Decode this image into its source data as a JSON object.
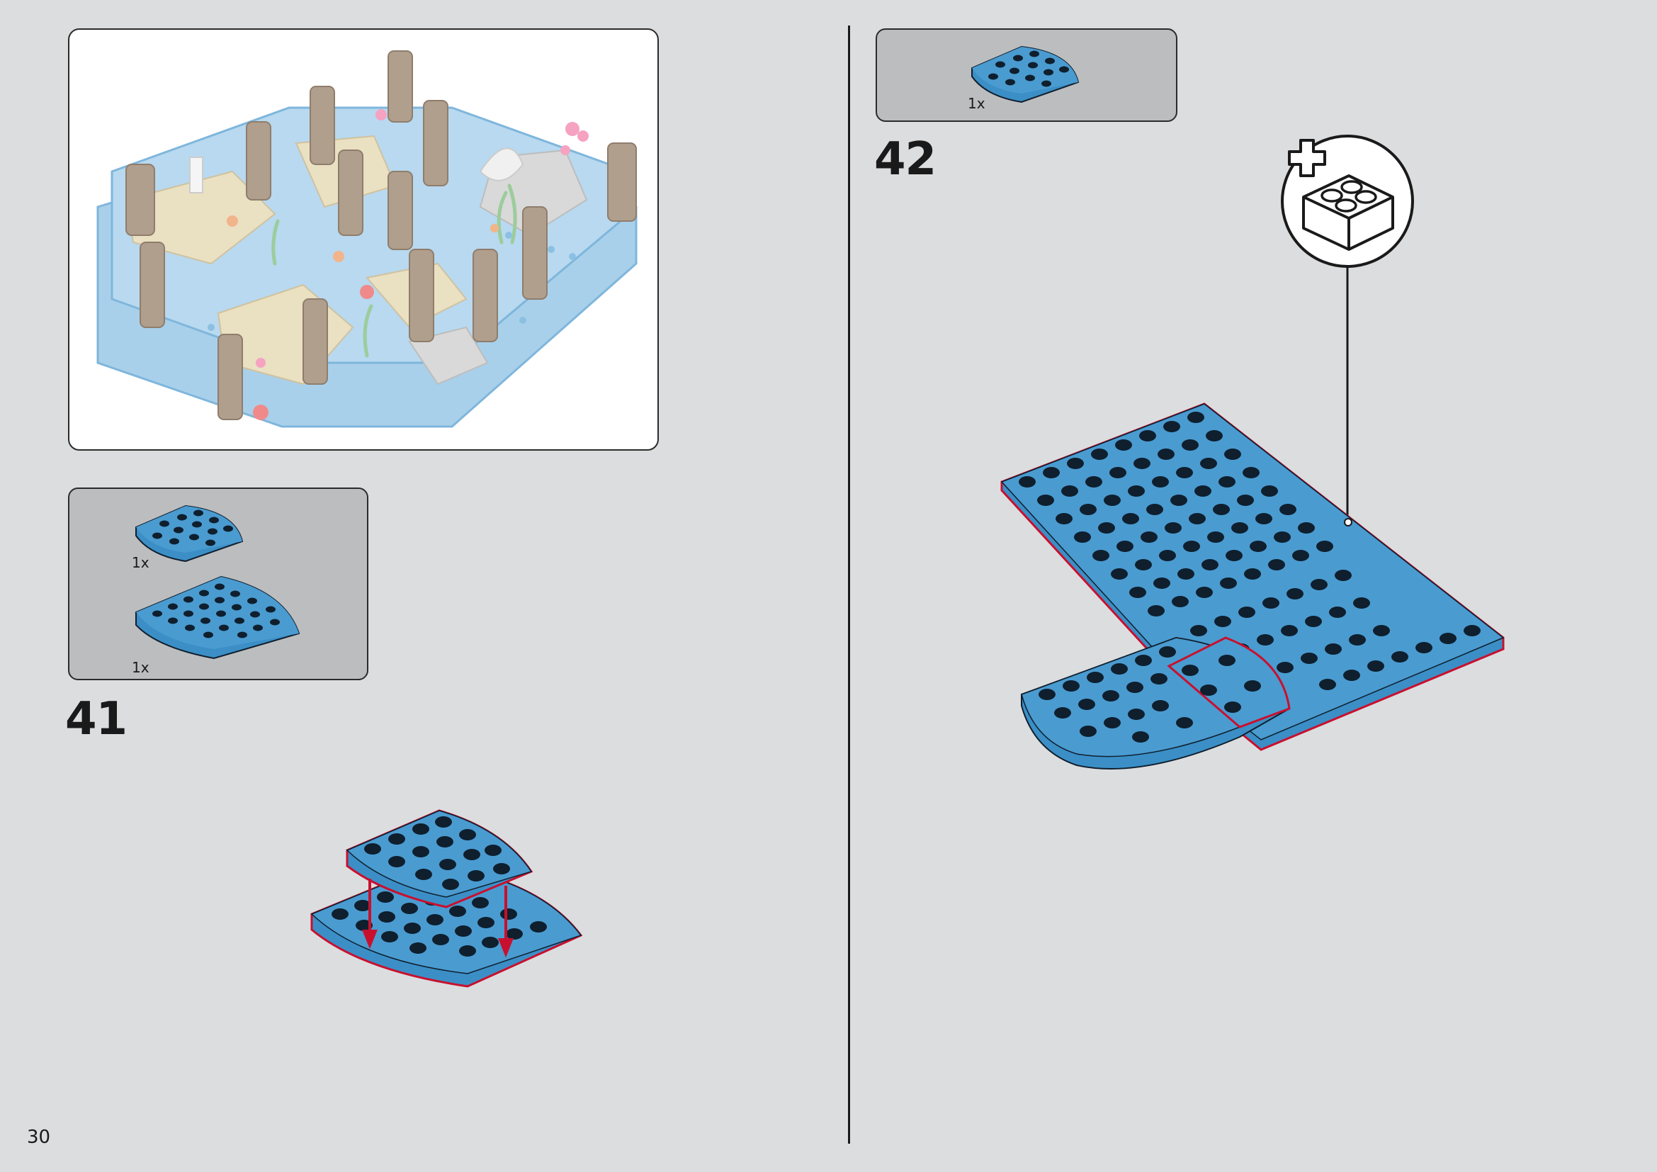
{
  "page": {
    "number": "30"
  },
  "step41": {
    "number": "41",
    "parts": [
      {
        "qty": "1x",
        "part": "plate-round-corner-4x4"
      },
      {
        "qty": "1x",
        "part": "plate-round-corner-6x6"
      }
    ]
  },
  "step42": {
    "number": "42",
    "parts": [
      {
        "qty": "1x",
        "part": "plate-round-corner-4x4"
      }
    ],
    "callout_icon": "add-brick-icon"
  },
  "colors": {
    "plate_blue": "#3b8fc6",
    "plate_top": "#4a9bd0",
    "stud_dark": "#0f1f2e",
    "highlight_red": "#c8102e",
    "preview_blue": "#a9d0ea"
  }
}
